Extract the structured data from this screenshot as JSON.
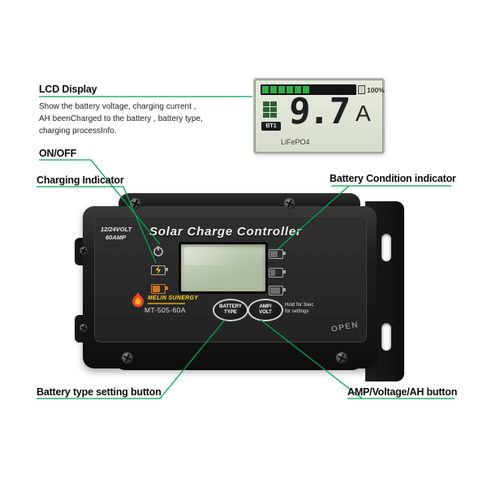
{
  "annotations": {
    "lcd_display": {
      "title": "LCD Display",
      "description_lines": [
        "Show the battery voltage, charging current ,",
        "AH beenCharged to the battery , battery type,",
        "charging processInfo."
      ]
    },
    "on_off": "ON/OFF",
    "charging_indicator": "Charging Indicator",
    "battery_condition": "Battery Condition indicator",
    "battery_type_button": "Battery type setting button",
    "amp_voltage_button": "AMP/Voltage/AH button"
  },
  "lcd_detail": {
    "percent": "100%",
    "amp_value": "9.7",
    "amp_unit": "A",
    "battery_label": "BT1",
    "chemistry": "LiFePO4"
  },
  "device": {
    "voltage": "12/24VOLT",
    "amp": "60AMP",
    "title": "Solar Charge Controller",
    "brand": "MELIN SUNERGY",
    "model": "MT-505-60A",
    "button1_lines": [
      "BATTERY",
      "TYPE"
    ],
    "button2_lines": [
      "AMP/",
      "VOLT"
    ],
    "hold_lines": [
      "Hold for 3sec",
      "for settings"
    ],
    "open_label": "OPEN"
  },
  "colors": {
    "accent_green": "#00A651",
    "brand_yellow": "#FFD21E",
    "lcd_background": "#D7DECE",
    "device_black": "#151515"
  }
}
